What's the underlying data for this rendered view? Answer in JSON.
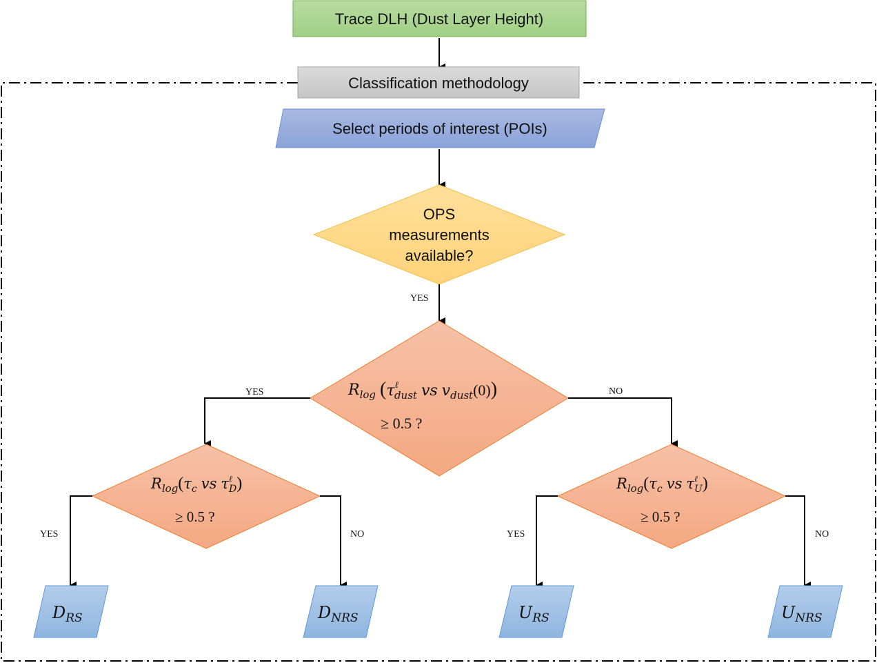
{
  "diagram": {
    "title_box": "Trace DLH (Dust Layer Height)",
    "container_label": "Classification methodology",
    "select_box": "Select periods of interest (POIs)",
    "ops_decision": {
      "line1": "OPS",
      "line2": "measurements",
      "line3": "available?"
    },
    "main_decision": {
      "r": "R",
      "r_sub": "log",
      "tau": "τ",
      "tau_sup": "ℓ",
      "tau_sub": "dust",
      "vs": "vs",
      "v": "v",
      "v_sub": "dust",
      "v_arg": "(0)",
      "threshold": "≥  0.5 ?"
    },
    "left_decision": {
      "r": "R",
      "r_sub": "log",
      "tau_c": "τ",
      "tau_c_sub": "c",
      "vs": "vs",
      "tau": "τ",
      "tau_sup": "ℓ",
      "tau_sub": "D",
      "threshold": "≥  0.5 ?"
    },
    "right_decision": {
      "r": "R",
      "r_sub": "log",
      "tau_c": "τ",
      "tau_c_sub": "c",
      "vs": "vs",
      "tau": "τ",
      "tau_sup": "ℓ",
      "tau_sub": "U",
      "threshold": "≥  0.5 ?"
    },
    "edge_labels": {
      "ops_yes": "YES",
      "main_yes": "YES",
      "main_no": "NO",
      "left_yes": "YES",
      "left_no": "NO",
      "right_yes": "YES",
      "right_no": "NO"
    },
    "outputs": [
      {
        "base": "D",
        "sub": "RS"
      },
      {
        "base": "D",
        "sub": "NRS"
      },
      {
        "base": "U",
        "sub": "RS"
      },
      {
        "base": "U",
        "sub": "NRS"
      }
    ],
    "colors": {
      "green_fill": "#a9d18e",
      "green_stroke": "#70ad47",
      "gray_fill": "#d0d0d0",
      "blue_fill": "#8faadc",
      "yellow_fill": "#ffd966",
      "orange_fill": "#f4b183",
      "output_fill": "#9dc3e6"
    }
  }
}
